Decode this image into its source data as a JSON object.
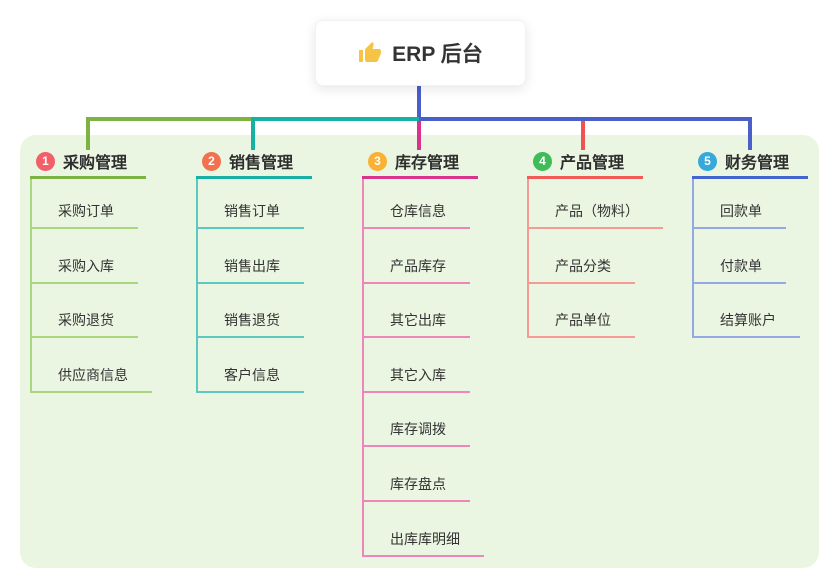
{
  "root": {
    "label": "ERP 后台",
    "icon": "thumbs-up-icon",
    "icon_color": "#f6c445"
  },
  "panel": {
    "background": "#eaf6e2"
  },
  "connector_colors": {
    "root_stem": "#4a5fc9",
    "branch_1": "#7cb342",
    "branch_2": "#17b0a5",
    "branch_3": "#d8348d",
    "branch_4": "#f05c55",
    "branch_5": "#4464cf"
  },
  "branches": [
    {
      "index": "1",
      "label": "采购管理",
      "badge_color": "#f25f68",
      "line_color": "#7cb342",
      "child_line_color": "#a9d67f",
      "children": [
        "采购订单",
        "采购入库",
        "采购退货",
        "供应商信息"
      ]
    },
    {
      "index": "2",
      "label": "销售管理",
      "badge_color": "#f3714f",
      "line_color": "#17b0a5",
      "child_line_color": "#5cc8bf",
      "children": [
        "销售订单",
        "销售出库",
        "销售退货",
        "客户信息"
      ]
    },
    {
      "index": "3",
      "label": "库存管理",
      "badge_color": "#f9b233",
      "line_color": "#d8348d",
      "child_line_color": "#ee86bb",
      "children": [
        "仓库信息",
        "产品库存",
        "其它出库",
        "其它入库",
        "库存调拨",
        "库存盘点",
        "出库库明细"
      ]
    },
    {
      "index": "4",
      "label": "产品管理",
      "badge_color": "#3fbb58",
      "line_color": "#f05c55",
      "child_line_color": "#f59a95",
      "children": [
        "产品（物料）",
        "产品分类",
        "产品单位"
      ]
    },
    {
      "index": "5",
      "label": "财务管理",
      "badge_color": "#36a8d9",
      "line_color": "#4464cf",
      "child_line_color": "#94a9e4",
      "children": [
        "回款单",
        "付款单",
        "结算账户"
      ]
    }
  ]
}
